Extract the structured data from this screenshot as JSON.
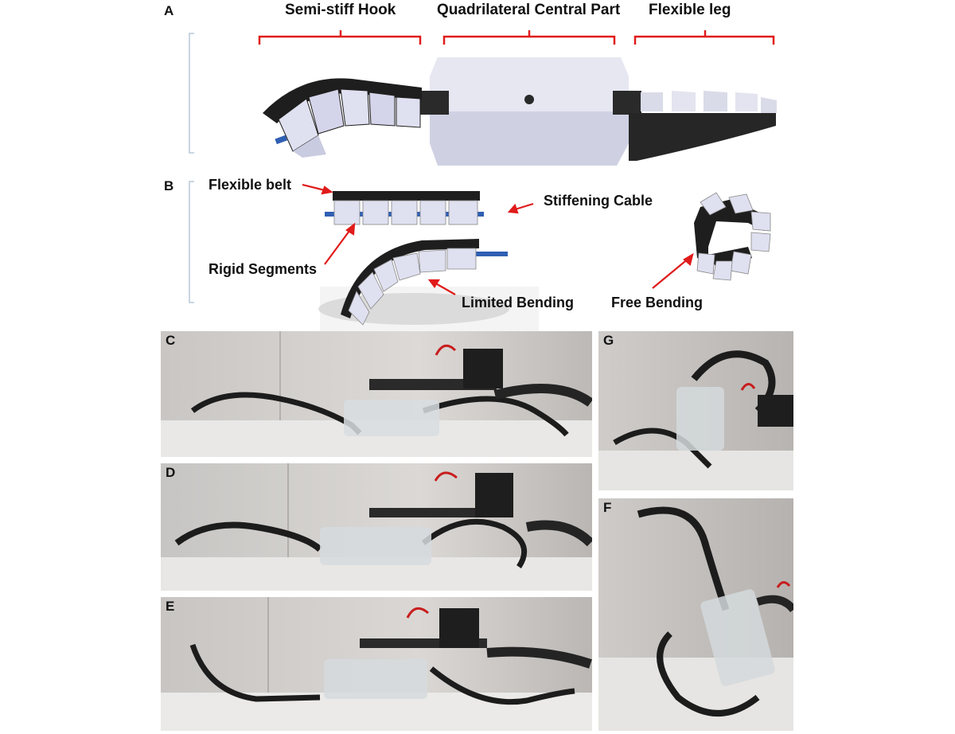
{
  "panels": {
    "a": {
      "letter": "A",
      "headings": {
        "hook": "Semi-stiff Hook",
        "central": "Quadrilateral Central Part",
        "leg": "Flexible leg"
      }
    },
    "b": {
      "letter": "B",
      "labels": {
        "flexible_belt": "Flexible belt",
        "stiffening_cable": "Stiffening Cable",
        "rigid_segments": "Rigid Segments",
        "limited_bending": "Limited Bending",
        "free_bending": "Free Bending"
      }
    },
    "c": {
      "letter": "C"
    },
    "d": {
      "letter": "D"
    },
    "e": {
      "letter": "E"
    },
    "g": {
      "letter": "G"
    },
    "f": {
      "letter": "F"
    }
  },
  "colors": {
    "annotation_red": "#e01b1b",
    "cable_blue": "#2f5fb3",
    "segment_fill": "#dfe0f0",
    "belt_black": "#1e1e1e",
    "bracket_gray": "#b8c8d8"
  }
}
